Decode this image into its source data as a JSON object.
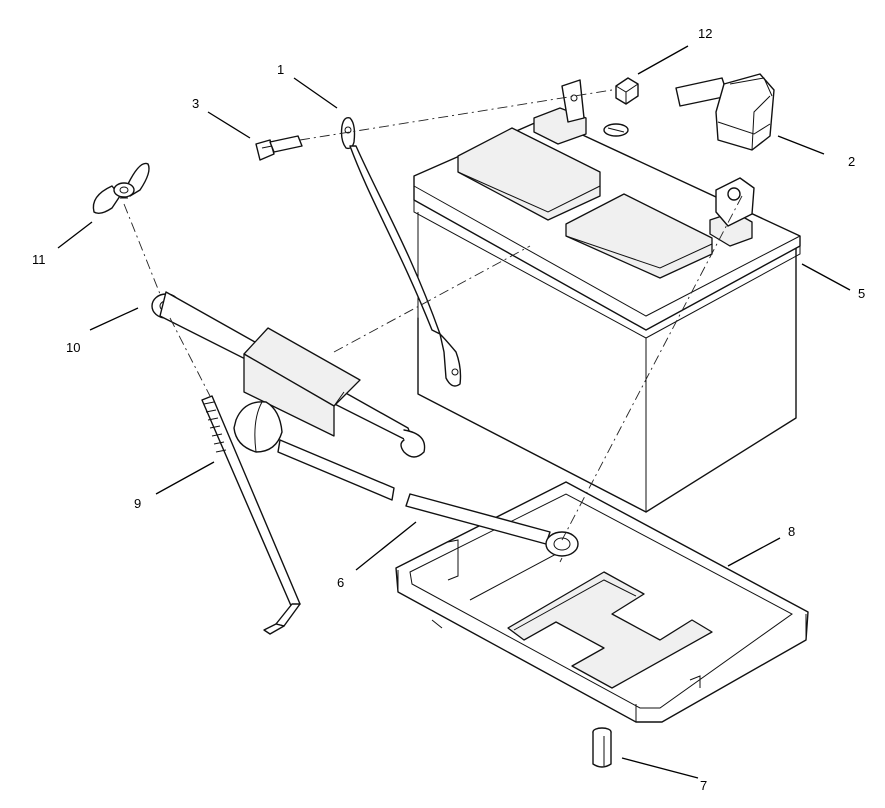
{
  "callouts": {
    "c1": "1",
    "c2": "2",
    "c3": "3",
    "c5": "5",
    "c6": "6",
    "c7": "7",
    "c8": "8",
    "c9": "9",
    "c10": "10",
    "c11": "11",
    "c12": "12"
  }
}
